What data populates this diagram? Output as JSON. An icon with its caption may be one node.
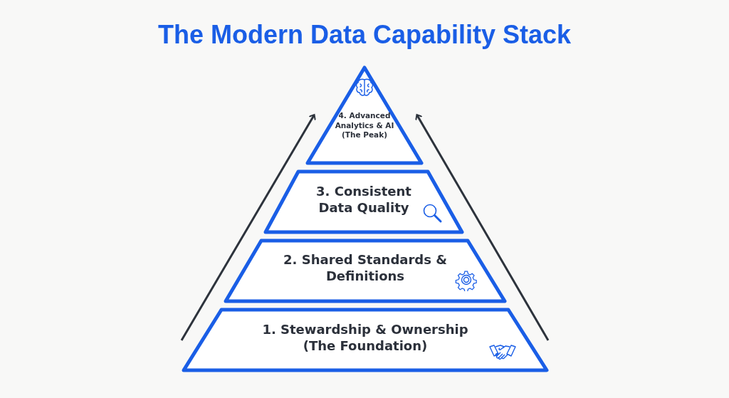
{
  "diagram": {
    "title": "The Modern Data Capability Stack",
    "nodes": [
      {
        "text": [
          "4. Advanced Analytics & AI (The Peak)"
        ]
      },
      {
        "text": [
          "3. Consistent Data Quality"
        ]
      },
      {
        "text": [
          "2. Shared Standards & Definitions"
        ]
      },
      {
        "text": [
          "1. Stewardship & Ownership (The Foundation)"
        ]
      }
    ],
    "edges": []
  }
}
